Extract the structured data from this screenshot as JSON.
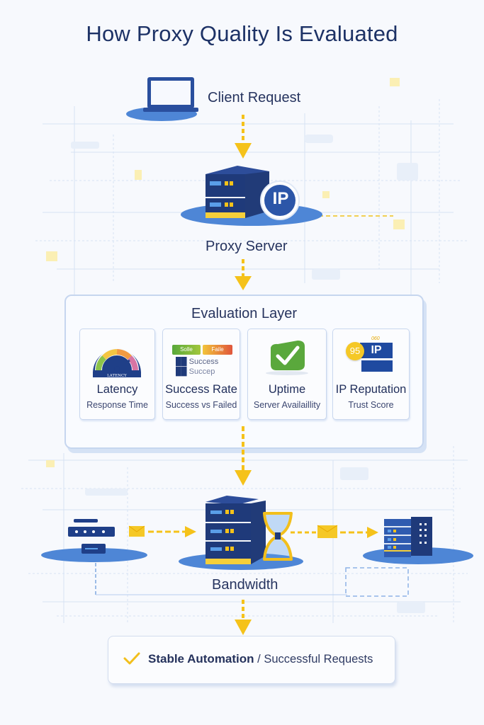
{
  "title": "How Proxy Quality Is Evaluated",
  "nodes": {
    "client": {
      "label": "Client Request",
      "icon": "laptop-icon"
    },
    "proxy": {
      "label": "Proxy Server",
      "icon": "server-icon",
      "badge": "IP"
    },
    "bandwidth": {
      "label": "Bandwidth",
      "icon": "server-hourglass-icon"
    }
  },
  "evaluation_layer": {
    "title": "Evaluation Layer",
    "metrics": [
      {
        "name": "Latency",
        "subtitle": "Response Time",
        "icon": "speedometer-icon",
        "icon_text": "LATENCY"
      },
      {
        "name": "Success Rate",
        "subtitle": "Success vs Failed",
        "icon": "success-failed-bars-icon",
        "chips": [
          "Solle",
          "Faile"
        ],
        "rows": [
          "Success",
          "Succep"
        ]
      },
      {
        "name": "Uptime",
        "subtitle": "Server Availaillity",
        "icon": "checkmark-icon"
      },
      {
        "name": "IP Reputation",
        "subtitle": "Trust Score",
        "icon": "ip-score-icon",
        "score": "95",
        "badge": "IP",
        "tiny_text": "060"
      }
    ]
  },
  "result": {
    "icon": "checkmark-icon",
    "bold": "Stable Automation",
    "separator": " / ",
    "rest": "Successful Requests"
  },
  "colors": {
    "navy": "#1f3a7a",
    "accent_yellow": "#f5c21a",
    "platform_blue": "#4a84d4",
    "text": "#1f2d5a",
    "green": "#5aa83c"
  }
}
